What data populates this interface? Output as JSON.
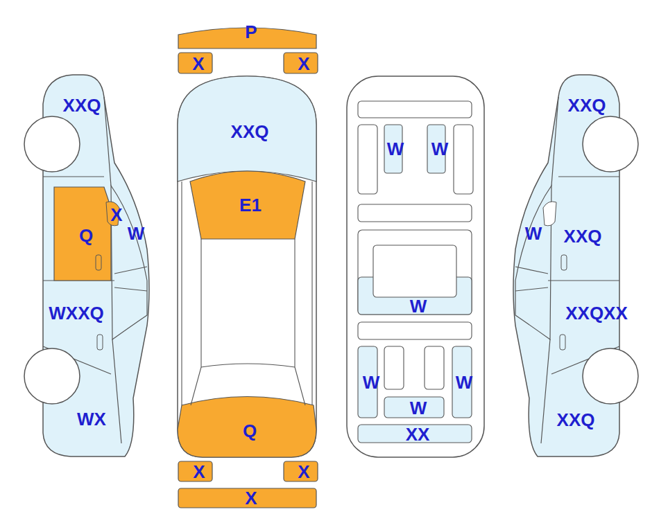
{
  "diagram": {
    "labels": [
      "P",
      "X",
      "X",
      "XXQ",
      "XXQ",
      "XXQ",
      "W",
      "W",
      "E1",
      "X",
      "Q",
      "W",
      "W",
      "XXQ",
      "W",
      "WXXQ",
      "XXQXX",
      "W",
      "W",
      "W",
      "WX",
      "XXQ",
      "Q",
      "XX",
      "X",
      "X",
      "X"
    ]
  }
}
